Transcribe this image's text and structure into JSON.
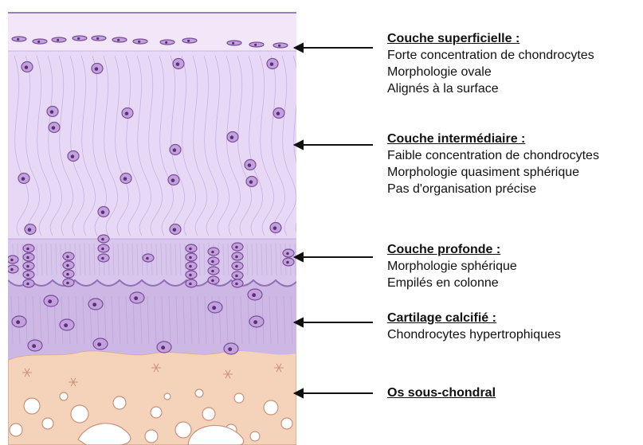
{
  "layers": [
    {
      "id": "superficial",
      "title": "Couche superficielle :",
      "lines": [
        "Forte concentration de chondrocytes",
        "Morphologie ovale",
        "Alignés à la surface"
      ]
    },
    {
      "id": "intermediate",
      "title": "Couche intermédiaire :",
      "lines": [
        "Faible concentration de chondrocytes",
        "Morphologie quasiment sphérique",
        "Pas d'organisation précise"
      ]
    },
    {
      "id": "deep",
      "title": "Couche profonde :",
      "lines": [
        "Morphologie sphérique",
        "Empilés en colonne"
      ]
    },
    {
      "id": "calcified",
      "title": "Cartilage calcifié :",
      "lines": [
        "Chondrocytes hypertrophiques"
      ]
    },
    {
      "id": "bone",
      "title": "Os sous-chondral",
      "lines": []
    }
  ],
  "colors": {
    "superficial": "#f1e7f9",
    "intermediate": "#e7d9f6",
    "deep": "#d8c6ec",
    "calcified": "#cdb7e4",
    "bone": "#f5d3bb",
    "cell_fill": "#c2a1dd",
    "cell_stroke": "#7a4e98",
    "nucleus": "#5a2f78",
    "arrow": "#111111"
  }
}
